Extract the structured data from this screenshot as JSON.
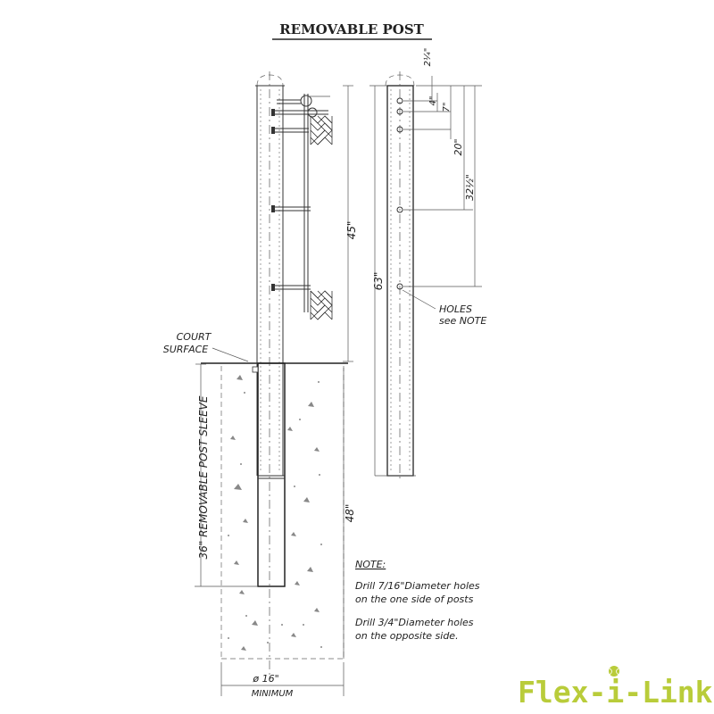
{
  "title": "REMOVABLE POST",
  "labels": {
    "court_surface_1": "COURT",
    "court_surface_2": "SURFACE",
    "sleeve": "36\" REMOVABLE POST SLEEVE",
    "holes_1": "HOLES",
    "holes_2": "see NOTE",
    "dia": "ø 16\"",
    "minimum": "MINIMUM"
  },
  "dimensions": {
    "d_45": "45\"",
    "d_48": "48\"",
    "d_63": "63\"",
    "d_20": "20\"",
    "d_32": "32½\"",
    "d_4": "4\"",
    "d_7": "7\"",
    "d_2": "2¼\""
  },
  "note": {
    "heading": "NOTE:",
    "line1": "Drill 7/16\"Diameter holes",
    "line2": "on the one side of posts",
    "line3": "Drill 3/4\"Diameter holes",
    "line4": "on the opposite side."
  },
  "brand": {
    "text": "Flex-i-Link",
    "color": "#b9cc3a"
  }
}
